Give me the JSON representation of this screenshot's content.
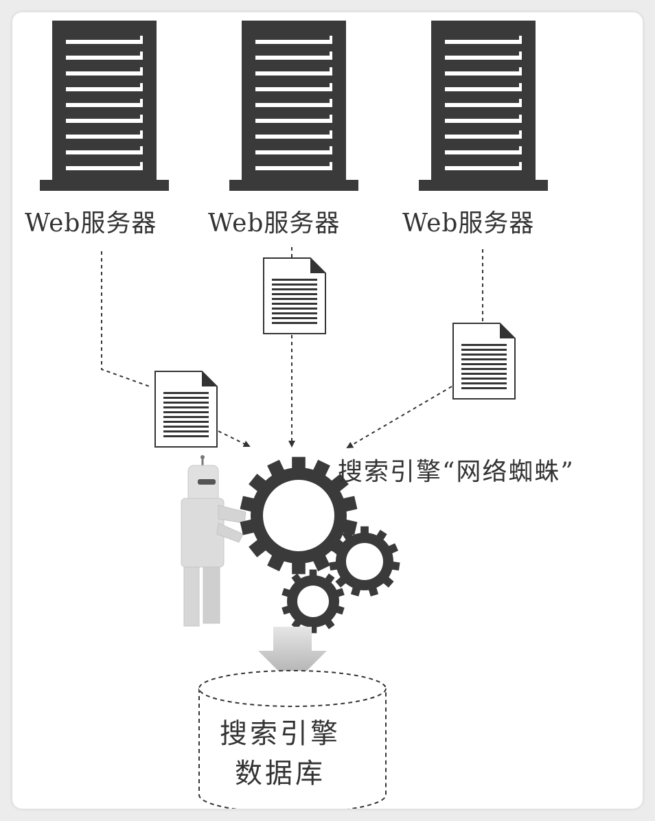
{
  "servers": [
    {
      "label": "Web服务器"
    },
    {
      "label": "Web服务器"
    },
    {
      "label": "Web服务器"
    }
  ],
  "spider": {
    "label": "搜索引擎“网络蜘蛛”"
  },
  "database": {
    "line1": "搜索引擎",
    "line2": "数据库"
  },
  "colors": {
    "server": "#3a3a3a",
    "ink": "#333333",
    "robot": "#d8d8d8",
    "arrow": "#bdbdbd"
  }
}
